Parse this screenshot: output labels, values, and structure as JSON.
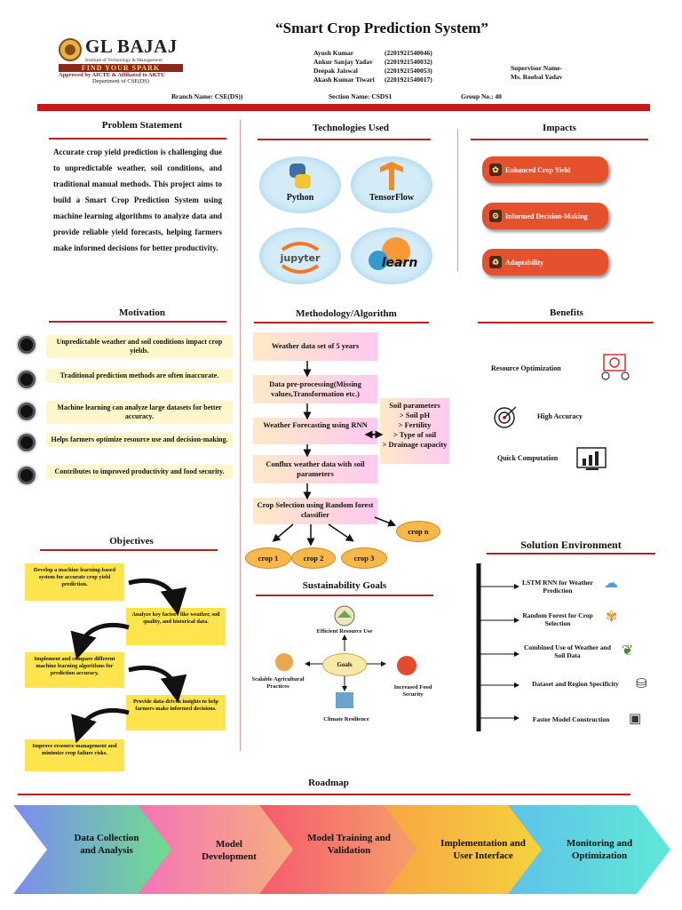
{
  "header": {
    "title": "“Smart Crop Prediction System”",
    "logo": {
      "name": "GL BAJAJ",
      "subtitle": "Institute of Technology & Management",
      "tagline": "FIND YOUR SPARK",
      "approval": "Approved by AICTE & Affiliated to AKTU",
      "department": "Department of  CSE(DS)"
    },
    "members": [
      {
        "name": "Ayush Kumar",
        "id": "(2201921540046)"
      },
      {
        "name": "Ankur Sanjay Yadav",
        "id": "(2201921540032)"
      },
      {
        "name": "Deepak Jaiswal",
        "id": "(2201921540053)"
      },
      {
        "name": "Akash Kumar Tiwari",
        "id": "(2201921540017)"
      }
    ],
    "supervisor_label": "Supervisor Name-",
    "supervisor_name": "Ms. Roobal Yadav",
    "branch": "Branch Name: CSE(DS))",
    "section": "Section Name: CSDS1",
    "group": "Group No.: 40"
  },
  "problem": {
    "title": "Problem Statement",
    "text": "Accurate crop yield prediction is challenging due to unpredictable weather, soil conditions, and traditional manual methods. This project aims to build a Smart Crop Prediction System using machine learning algorithms to analyze data and provide reliable yield forecasts, helping farmers make informed decisions for better productivity."
  },
  "motivation": {
    "title": "Motivation",
    "items": [
      "Unpredictable weather and soil conditions impact crop yields.",
      "Traditional prediction methods are often inaccurate.",
      "Machine learning can analyze large datasets for better accuracy.",
      "Helps farmers optimize resource use and decision-making.",
      "Contributes to improved productivity and food security."
    ]
  },
  "objectives": {
    "title": "Objectives",
    "items": [
      "Develop a machine learning-based system for accurate crop yield prediction.",
      "Analyze key factors like weather, soil quality, and historical data.",
      "Implement and compare different machine learning algorithms for prediction accuracy.",
      "Provide data-driven insights to help farmers make informed decisions.",
      "Improve resource management and minimize crop failure risks."
    ]
  },
  "technologies": {
    "title": "Technologies Used",
    "items": [
      "Python",
      "TensorFlow",
      "jupyter",
      "learn"
    ]
  },
  "methodology": {
    "title": "Methodology/Algorithm",
    "steps": [
      "Weather data set of 5 years",
      "Data pre-processing(Missing values,Transformation etc.)",
      "Weather Forecasting using RNN",
      "Conflux weather data with soil parameters",
      "Crop Selection using Random forest classifier"
    ],
    "soil_params": [
      "Soil parameters",
      "> Soil pH",
      "> Fertility",
      "> Type of soil",
      "> Drainage capacity"
    ],
    "crops": [
      "crop 1",
      "crop 2",
      "crop 3",
      "crop n"
    ]
  },
  "sustainability": {
    "title": "Sustainability Goals",
    "center": "Goals",
    "goals": [
      "Efficient Resource Use",
      "Scalable Agricultural Practices",
      "Increased Food Security",
      "Climate Resilience"
    ]
  },
  "impacts": {
    "title": "Impacts",
    "items": [
      "Enhanced Crop Yield",
      "Informed Decision-Making",
      "Adaptability"
    ]
  },
  "benefits": {
    "title": "Benefits",
    "items": [
      "Resource Optimization",
      "High Accuracy",
      "Quick Computation"
    ]
  },
  "solution": {
    "title": "Solution Environment",
    "items": [
      "LSTM RNN for Weather Prediction",
      "Random Forest for Crop Selection",
      "Combined Use of Weather and Soil Data",
      "Dataset and Region Specificity",
      "Faster Model Construction"
    ]
  },
  "roadmap": {
    "title": "Roadmap",
    "steps": [
      "Data Collection and Analysis",
      "Model Development",
      "Model Training and Validation",
      "Implementation and User Interface",
      "Monitoring and Optimization"
    ],
    "colors": [
      "#7b8cf0",
      "#f58dc0",
      "#f57a7a",
      "#f7b24a",
      "#5fdde0"
    ]
  }
}
